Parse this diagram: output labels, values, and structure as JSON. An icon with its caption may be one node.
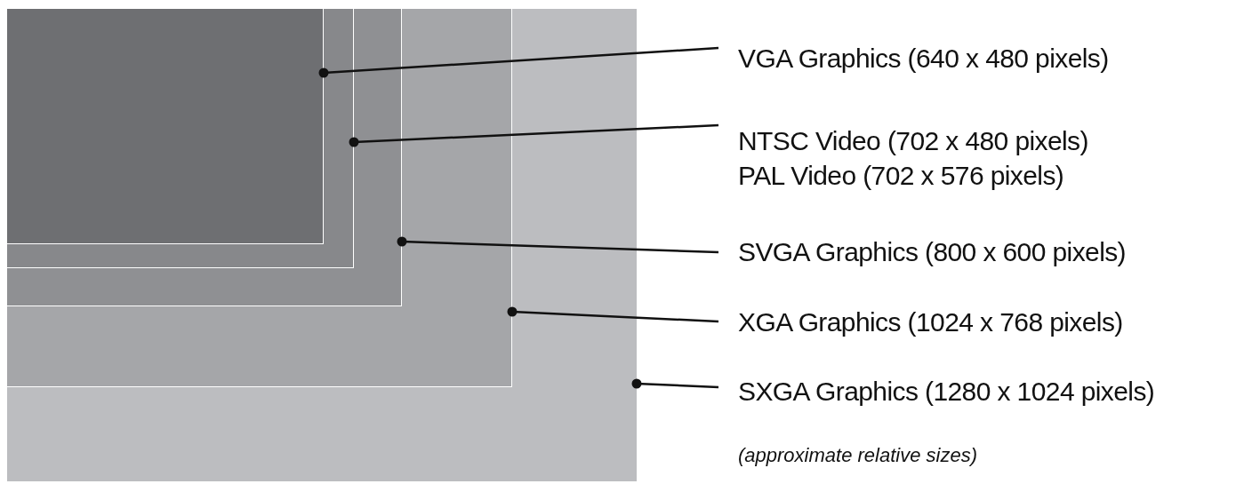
{
  "diagram": {
    "nodes": [
      {
        "text": [],
        "shape": "box"
      },
      {
        "text": [],
        "shape": "box",
        "in": 0
      },
      {
        "text": [],
        "shape": "box",
        "in": 1
      },
      {
        "text": [],
        "shape": "box",
        "in": 2
      },
      {
        "text": [],
        "shape": "box",
        "in": 3
      },
      {
        "text": [
          "VGA Graphics (640 x 480 pixels)"
        ]
      },
      {
        "text": [
          "NTSC Video (702 x 480 pixels)",
          "PAL Video (702 x 576 pixels)"
        ]
      },
      {
        "text": [
          "SVGA Graphics (800 x 600 pixels)"
        ]
      },
      {
        "text": [
          "XGA Graphics (1024 x 768 pixels)"
        ]
      },
      {
        "text": [
          "SXGA Graphics (1280 x 1024 pixels)"
        ]
      }
    ],
    "edges": [
      {
        "from": 5,
        "to": 4,
        "arrow": "other"
      },
      {
        "from": 6,
        "to": 3,
        "arrow": "other"
      },
      {
        "from": 7,
        "to": 2,
        "arrow": "other"
      },
      {
        "from": 8,
        "to": 1,
        "arrow": "other"
      },
      {
        "from": 9,
        "to": 0,
        "arrow": "other"
      }
    ],
    "labels": [
      "(approximate relative sizes)"
    ]
  }
}
